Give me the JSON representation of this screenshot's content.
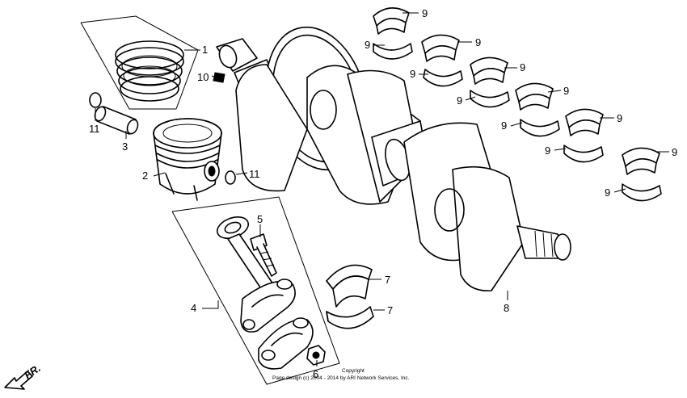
{
  "diagram": {
    "callouts": {
      "c1": "1",
      "c2": "2",
      "c3": "3",
      "c4": "4",
      "c5": "5",
      "c6": "6",
      "c7a": "7",
      "c7b": "7",
      "c8": "8",
      "c9": "9",
      "c10": "10",
      "c11a": "11",
      "c11b": "11"
    },
    "front_label": "FR.",
    "copyright": {
      "line1": "Copyright",
      "line2": "Page design (c) 2004 - 2014 by ARI Network Services, Inc."
    }
  }
}
